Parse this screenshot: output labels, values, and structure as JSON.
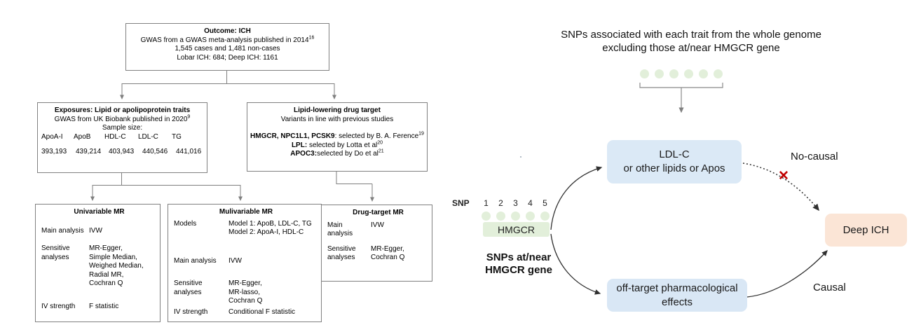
{
  "colors": {
    "box-green": "#e2efda",
    "box-blue": "#dbe9f6",
    "box-blue2": "#d9e7f5",
    "box-peach": "#fbe5d6",
    "x-red": "#c00000",
    "line-gray": "#7f7f7f",
    "arrow-dark": "#303030"
  },
  "left_flowchart": {
    "outcome_box": {
      "title": "Outcome: ICH",
      "line1": "GWAS from a GWAS meta-analysis published in 2014",
      "line1_sup": "16",
      "line2": "1,545 cases and 1,481 non-cases",
      "line3": "Lobar ICH: 684; Deep ICH: 1161"
    },
    "exposures_box": {
      "title": "Exposures: Lipid or apolipoprotein traits",
      "subtitle": "GWAS from UK Biobank published in 2020",
      "subtitle_sup": "9",
      "sample_size_label": "Sample size:",
      "traits": [
        "ApoA-I",
        "ApoB",
        "HDL-C",
        "LDL-C",
        "TG"
      ],
      "sample_sizes": [
        "393,193",
        "439,214",
        "403,943",
        "440,546",
        "441,016"
      ]
    },
    "drug_target_source_box": {
      "title": "Lipid-lowering  drug target",
      "subtitle": "Variants in line with previous studies",
      "lines": [
        {
          "bold": "HMGCR, NPC1L1, PCSK9",
          "rest": ": selected by B. A. Ference",
          "sup": "19"
        },
        {
          "bold": "LPL:",
          "rest": " selected by Lotta et al",
          "sup": "20"
        },
        {
          "bold": "APOC3:",
          "rest": "selected by Do et al",
          "sup": "21"
        }
      ]
    },
    "univariable_box": {
      "title": "Univariable MR",
      "rows": [
        {
          "label": "Main analysis",
          "value": "IVW"
        },
        {
          "label": "Sensitive\nanalyses",
          "value": "MR-Egger,\nSimple Median,\nWeighed Median,\nRadial MR,\nCochran Q"
        },
        {
          "label": "IV strength",
          "value": "F statistic"
        }
      ]
    },
    "multivariable_box": {
      "title": "Mulivariable MR",
      "rows": [
        {
          "label": "Models",
          "value": "Model 1: ApoB, LDL-C, TG\nModel 2: ApoA-I, HDL-C"
        },
        {
          "label": "Main analysis",
          "value": "IVW"
        },
        {
          "label": "Sensitive\nanalyses",
          "value": "MR-Egger,\nMR-lasso,\nCochran Q"
        },
        {
          "label": "IV strength",
          "value": "Conditional F statistic"
        }
      ]
    },
    "drug_target_mr_box": {
      "title": "Drug-target MR",
      "rows": [
        {
          "label": "Main\nanalysis",
          "value": "IVW"
        },
        {
          "label": "Sensitive\nanalyses",
          "value": "MR-Egger,\nCochran Q"
        }
      ]
    }
  },
  "right_diagram": {
    "title": "SNPs associated with each trait from the whole genome\nexcluding those at/near HMGCR gene",
    "snp_label": "SNP",
    "snp_numbers": [
      "1",
      "2",
      "3",
      "4",
      "5"
    ],
    "hmgcr_gene_label": "HMGCR",
    "snps_at_near_label": "SNPs at/near\nHMGCR gene",
    "ldl_box": "LDL-C\nor other lipids or Apos",
    "off_target_box": "off-target pharmacological\neffects",
    "deep_ich_box": "Deep ICH",
    "no_causal_label": "No-causal",
    "causal_label": "Causal",
    "x_glyph": "✕"
  }
}
